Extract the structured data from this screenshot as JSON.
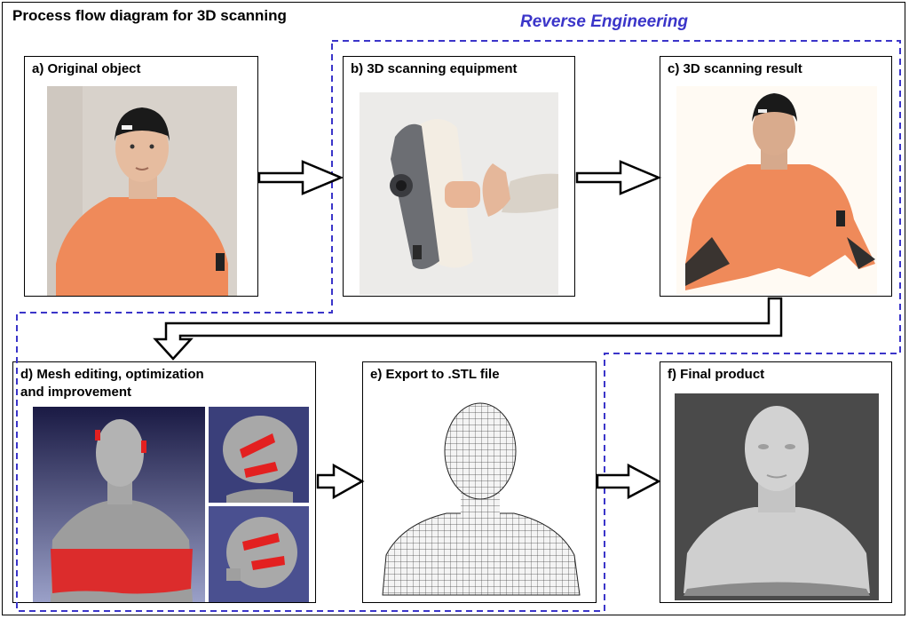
{
  "title": "Process flow diagram for 3D scanning",
  "reverse_engineering_label": "Reverse Engineering",
  "panels": [
    {
      "label": "a) Original object"
    },
    {
      "label": "b) 3D scanning equipment"
    },
    {
      "label": "c) 3D scanning result"
    },
    {
      "label_line1": "d) Mesh editing, optimization",
      "label_line2": "and improvement"
    },
    {
      "label": "e) Export to .STL file"
    },
    {
      "label": "f) Final product"
    }
  ],
  "colors": {
    "dashed_border": "#3b35c9",
    "orange_shirt": "#ef8a5a",
    "mesh_red": "#e32020"
  }
}
